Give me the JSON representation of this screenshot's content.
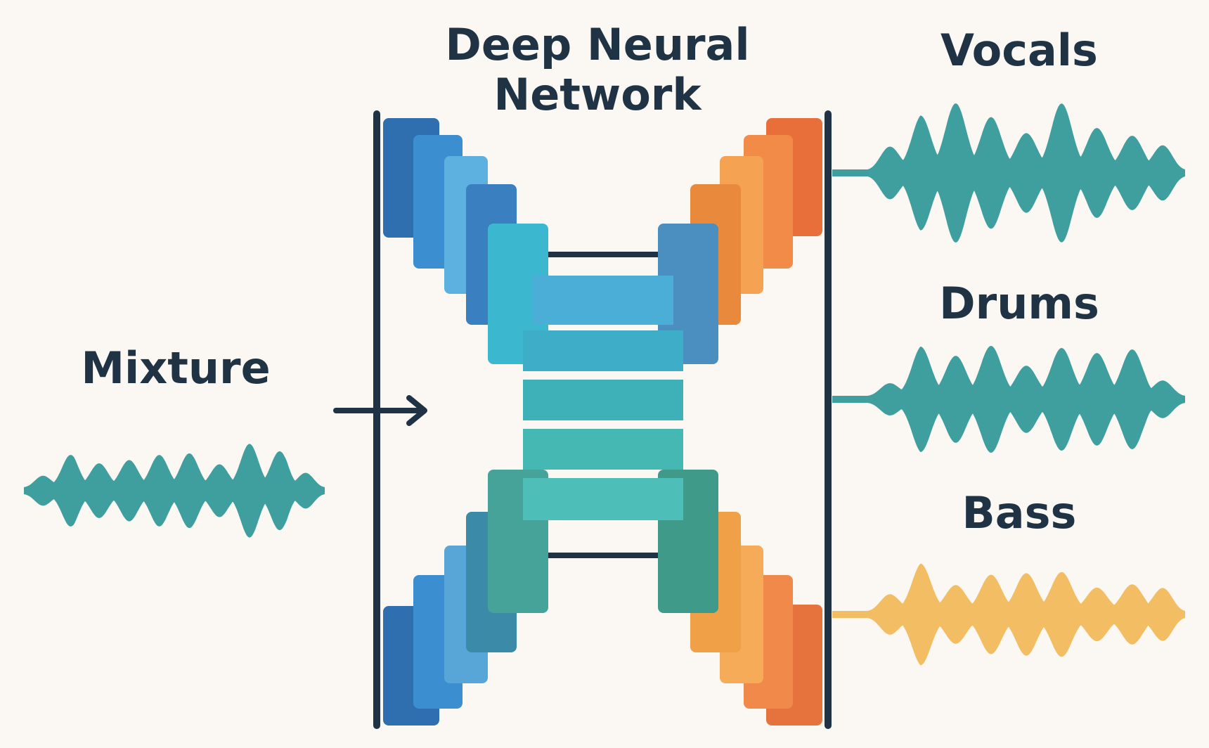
{
  "diagram": {
    "title": "Deep Neural\nNetwork",
    "input": {
      "label": "Mixture",
      "wave_color": "#3f9f9e"
    },
    "outputs": [
      {
        "label": "Vocals",
        "wave_color": "#3f9f9e"
      },
      {
        "label": "Drums",
        "wave_color": "#3f9f9e"
      },
      {
        "label": "Bass",
        "wave_color": "#f2bd63"
      }
    ],
    "colors": {
      "background": "#fbf8f3",
      "text": "#1f3345",
      "line": "#1f3345",
      "encoder_blues": [
        "#2f6fb0",
        "#3b8ed0",
        "#5cb1e0",
        "#3a7fc0"
      ],
      "bottleneck_teal": [
        "#3bb8cf",
        "#4aaed6",
        "#3db0b8",
        "#48bfb8"
      ],
      "decoder_oranges": [
        "#e86f3a",
        "#f28a48",
        "#f5a352",
        "#e9893c"
      ],
      "lower_decoder_oranges": [
        "#e6733e",
        "#f0894a",
        "#f5ab58",
        "#f0a046"
      ],
      "lower_encoder": [
        "#2f6fb0",
        "#3b8ed0",
        "#58a6d8",
        "#3b8aa8",
        "#45a39a"
      ]
    }
  }
}
